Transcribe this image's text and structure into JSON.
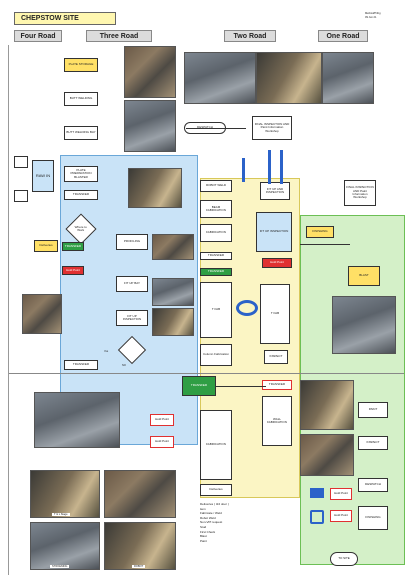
{
  "title": "CHEPSTOW SITE",
  "top_right_note": [
    "Method/Prtbg",
    "09 Jun 21"
  ],
  "columns": {
    "four_road": "Four Road",
    "three_road": "Three Road",
    "two_road": "Two Road",
    "one_road": "One Road"
  },
  "boxes": {
    "plate_storage": "PLATE STORAGE",
    "butt_welding": "BUTT WELDING",
    "butt_welding_bay": "BUTT WELDING BAY",
    "plate_preparation": "PLATE PREPARATION BLASTER",
    "transfer": "TRANSFER",
    "where_to": "Where to Work",
    "profiling": "PROFILING",
    "fit_up_bay": "FIT UP BAY",
    "hold_point": "Hold Point",
    "dispatch": "DESPATCH",
    "final_inspection": "FINAL INSPECTION AND Paint Information Workshop",
    "robot_weld": "ROBOT WELD",
    "beam_fab": "BEAM FABRICATION",
    "fit_and_inspection": "FIT UP AND INSPECTION",
    "fit_inspection_2": "FIT UP INSPECTION",
    "tfab": "T FAB",
    "column_fab": "Column Fabrication",
    "wall_fab": "WALL FABRICATION",
    "finishing": "FINISHING",
    "transfer_2": "TRANSFER",
    "blast": "BLAST",
    "paint": "PAINT",
    "inspect": "INSPECT",
    "to_site": "TO SITE",
    "fabrication": "FABRICATION",
    "deliveries": "Deliveries"
  },
  "photo_captions": {
    "tb_stage": "T & L Stage",
    "stiffening": "STIFFENING",
    "robot": "ROBOT"
  },
  "side_labels": {
    "raw_in": "RAW IN",
    "yes": "Yes",
    "no": "NO"
  },
  "legend": [
    "Deliveries ( 3rd door )",
    "item",
    "Fabricate / Weld",
    "Robot Weld",
    "Non-VPI request",
    "Stud",
    "First Check",
    "Blast",
    "Paint"
  ],
  "colors": {
    "blue_zone": "#c9e3f7",
    "yellow_zone": "#fbf5c4",
    "green_zone": "#d4f0c8",
    "green_box": "#2f9e44",
    "red_box": "#e03131",
    "yellow_box": "#ffe066",
    "arrow": "#2b62c9"
  }
}
